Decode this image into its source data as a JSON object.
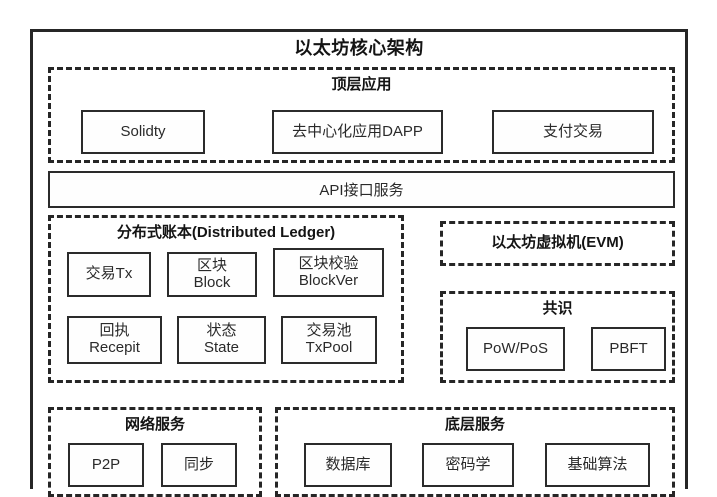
{
  "diagram": {
    "title": "以太坊核心架构",
    "layers": {
      "top_application": {
        "title": "顶层应用",
        "items": [
          {
            "line1": "Solidty",
            "line2": ""
          },
          {
            "line1": "去中心化应用DAPP",
            "line2": ""
          },
          {
            "line1": "支付交易",
            "line2": ""
          }
        ]
      },
      "api": {
        "label": "API接口服务"
      },
      "distributed_ledger": {
        "title": "分布式账本(Distributed Ledger)",
        "items": [
          {
            "line1": "交易Tx",
            "line2": ""
          },
          {
            "line1": "区块",
            "line2": "Block"
          },
          {
            "line1": "区块校验",
            "line2": "BlockVer"
          },
          {
            "line1": "回执",
            "line2": "Recepit"
          },
          {
            "line1": "状态",
            "line2": "State"
          },
          {
            "line1": "交易池",
            "line2": "TxPool"
          }
        ]
      },
      "evm": {
        "title": "以太坊虚拟机(EVM)"
      },
      "consensus": {
        "title": "共识",
        "items": [
          {
            "line1": "PoW/PoS",
            "line2": ""
          },
          {
            "line1": "PBFT",
            "line2": ""
          }
        ]
      },
      "network_services": {
        "title": "网络服务",
        "items": [
          {
            "line1": "P2P",
            "line2": ""
          },
          {
            "line1": "同步",
            "line2": ""
          }
        ]
      },
      "underlying_services": {
        "title": "底层服务",
        "items": [
          {
            "line1": "数据库",
            "line2": ""
          },
          {
            "line1": "密码学",
            "line2": ""
          },
          {
            "line1": "基础算法",
            "line2": ""
          }
        ]
      }
    },
    "colors": {
      "line": "#262626",
      "text": "#2a2a2a",
      "background": "#ffffff"
    }
  }
}
